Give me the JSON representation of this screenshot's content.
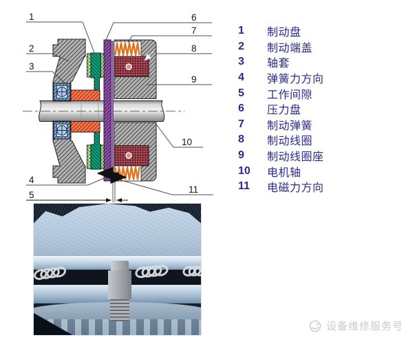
{
  "legend": {
    "text_color": "#2b2b8c",
    "items": [
      {
        "num": "1",
        "label": "制动盘"
      },
      {
        "num": "2",
        "label": "制动端盖"
      },
      {
        "num": "3",
        "label": "轴套"
      },
      {
        "num": "4",
        "label": "弹簧力方向"
      },
      {
        "num": "5",
        "label": "工作间隙"
      },
      {
        "num": "6",
        "label": "压力盘"
      },
      {
        "num": "7",
        "label": "制动弹簧"
      },
      {
        "num": "8",
        "label": "制动线圈"
      },
      {
        "num": "9",
        "label": "制动线圈座"
      },
      {
        "num": "10",
        "label": "电机轴"
      },
      {
        "num": "11",
        "label": "电磁力方向"
      }
    ]
  },
  "diagram": {
    "callout_numbers": [
      "1",
      "2",
      "3",
      "4",
      "5",
      "6",
      "7",
      "8",
      "9",
      "10",
      "11"
    ],
    "colors": {
      "housing_gray": "#b3b3b3",
      "brake_disc_teal": "#09a27c",
      "friction_pad_green": "#cdeb9f",
      "pressure_plate_purple": "#8e54a5",
      "shaft_sleeve_orange": "#f6764e",
      "coil_maroon": "#6b1d28",
      "spring_orange": "#e0731f",
      "bearing_blue": "#7fa9d8"
    }
  },
  "watermark": {
    "icon": "wechat-official-account-icon",
    "text": "设备维修服务号",
    "color": "#c9c9c9"
  }
}
